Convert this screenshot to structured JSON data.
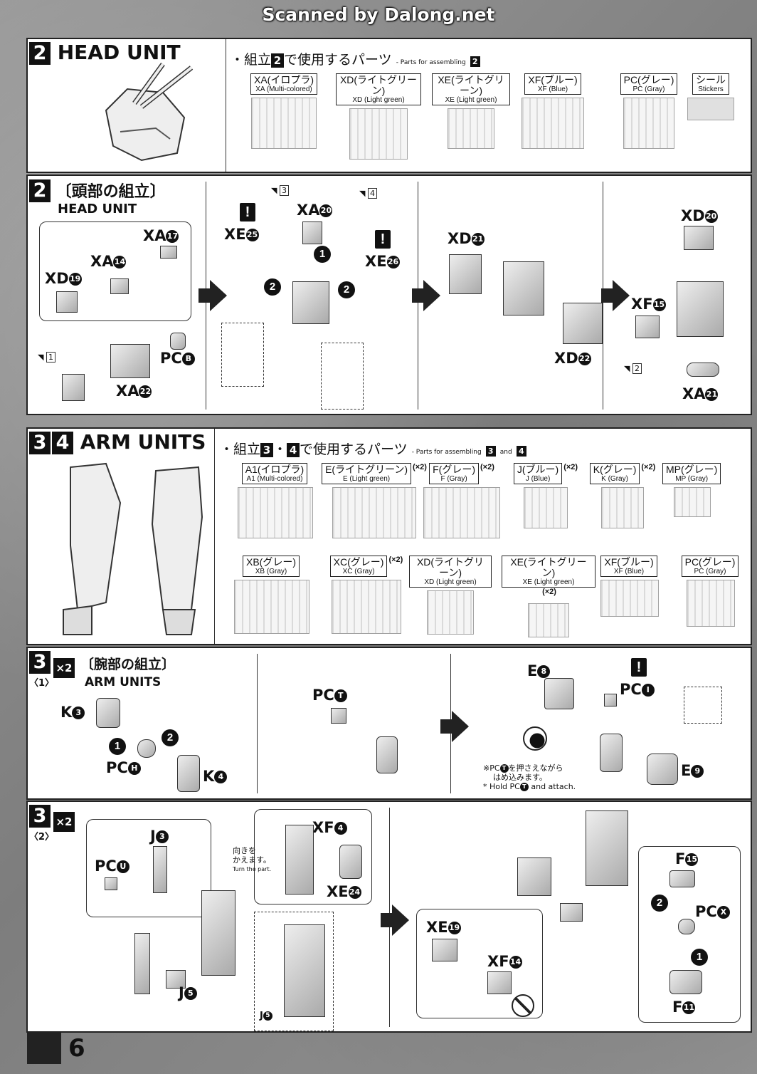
{
  "watermark": "Scanned by Dalong.net",
  "page_number": "6",
  "sec_head": {
    "num": "2",
    "title": "HEAD UNIT",
    "parts_heading_pre": "・組立",
    "parts_heading_num": "2",
    "parts_heading_post": "で使用するパーツ",
    "parts_heading_en": "- Parts for assembling",
    "runners": [
      {
        "jp": "XA(イロプラ)",
        "en": "XA (Multi-colored)"
      },
      {
        "jp": "XD(ライトグリーン)",
        "en": "XD (Light green)"
      },
      {
        "jp": "XE(ライトグリーン)",
        "en": "XE (Light green)"
      },
      {
        "jp": "XF(ブルー)",
        "en": "XF (Blue)"
      },
      {
        "jp": "PC(グレー)",
        "en": "PC (Gray)"
      },
      {
        "jp": "シール",
        "en": "Stickers"
      }
    ]
  },
  "step_head": {
    "num": "2",
    "title_jp": "〔頭部の組立〕",
    "title_en": "HEAD UNIT",
    "labels": {
      "xa17": "XA",
      "xa17n": "17",
      "xa14": "XA",
      "xa14n": "14",
      "xd19": "XD",
      "xd19n": "19",
      "pcb": "PC",
      "pcbn": "B",
      "xa22": "XA",
      "xa22n": "22",
      "xe25": "XE",
      "xe25n": "25",
      "xa20": "XA",
      "xa20n": "20",
      "xe26": "XE",
      "xe26n": "26",
      "xd21": "XD",
      "xd21n": "21",
      "xd22": "XD",
      "xd22n": "22",
      "xd20": "XD",
      "xd20n": "20",
      "xf15": "XF",
      "xf15n": "15",
      "xa21": "XA",
      "xa21n": "21"
    },
    "stickers": [
      "1",
      "3",
      "4",
      "2"
    ],
    "steps": [
      "1",
      "2",
      "2"
    ]
  },
  "sec_arm": {
    "num1": "3",
    "num2": "4",
    "title": "ARM UNITS",
    "parts_heading_pre": "・組立",
    "parts_heading_num1": "3",
    "parts_heading_mid": "・",
    "parts_heading_num2": "4",
    "parts_heading_post": "で使用するパーツ",
    "parts_heading_en": "- Parts for assembling",
    "parts_heading_and": "and",
    "runners_row1": [
      {
        "jp": "A1(イロプラ)",
        "en": "A1 (Multi-colored)",
        "qty": ""
      },
      {
        "jp": "E(ライトグリーン)",
        "en": "E (Light green)",
        "qty": "(×2)"
      },
      {
        "jp": "F(グレー)",
        "en": "F (Gray)",
        "qty": "(×2)"
      },
      {
        "jp": "J(ブルー)",
        "en": "J (Blue)",
        "qty": "(×2)"
      },
      {
        "jp": "K(グレー)",
        "en": "K (Gray)",
        "qty": "(×2)"
      },
      {
        "jp": "MP(グレー)",
        "en": "MP (Gray)",
        "qty": ""
      }
    ],
    "runners_row2": [
      {
        "jp": "XB(グレー)",
        "en": "XB (Gray)",
        "qty": ""
      },
      {
        "jp": "XC(グレー)",
        "en": "XC (Gray)",
        "qty": "(×2)"
      },
      {
        "jp": "XD(ライトグリーン)",
        "en": "XD (Light green)",
        "qty": ""
      },
      {
        "jp": "XE(ライトグリーン)",
        "en": "XE (Light green)",
        "qty": "(×2)"
      },
      {
        "jp": "XF(ブルー)",
        "en": "XF (Blue)",
        "qty": ""
      },
      {
        "jp": "PC(グレー)",
        "en": "PC (Gray)",
        "qty": ""
      }
    ]
  },
  "step_arm1": {
    "num": "3",
    "sub": "〈1〉",
    "mult": "×2",
    "title_jp": "〔腕部の組立〕",
    "title_en": "ARM UNITS",
    "labels": {
      "k3": "K",
      "k3n": "3",
      "pch": "PC",
      "pchn": "H",
      "k4": "K",
      "k4n": "4",
      "pct1": "PC",
      "pct1n": "T",
      "e8": "E",
      "e8n": "8",
      "pci": "PC",
      "pcin": "I",
      "e9": "E",
      "e9n": "9"
    },
    "note_jp1": "※PC",
    "note_jp_num": "T",
    "note_jp2": "を押さえながら",
    "note_jp3": "はめ込みます。",
    "note_en1": "* Hold PC",
    "note_en_num": "T",
    "note_en2": " and attach.",
    "steps": [
      "1",
      "2"
    ]
  },
  "step_arm2": {
    "num": "3",
    "sub": "〈2〉",
    "mult": "×2",
    "labels": {
      "j3": "J",
      "j3n": "3",
      "pcu": "PC",
      "pcun": "U",
      "xf4": "XF",
      "xf4n": "4",
      "xe24": "XE",
      "xe24n": "24",
      "j5": "J",
      "j5n": "5",
      "j5b": "J",
      "j5bn": "5",
      "xe19": "XE",
      "xe19n": "19",
      "xf14": "XF",
      "xf14n": "14",
      "f15": "F",
      "f15n": "15",
      "pcx": "PC",
      "pcxn": "X",
      "f11": "F",
      "f11n": "11"
    },
    "turn_jp1": "向きを",
    "turn_jp2": "かえます。",
    "turn_en": "Turn the part.",
    "steps": [
      "2",
      "1"
    ]
  }
}
